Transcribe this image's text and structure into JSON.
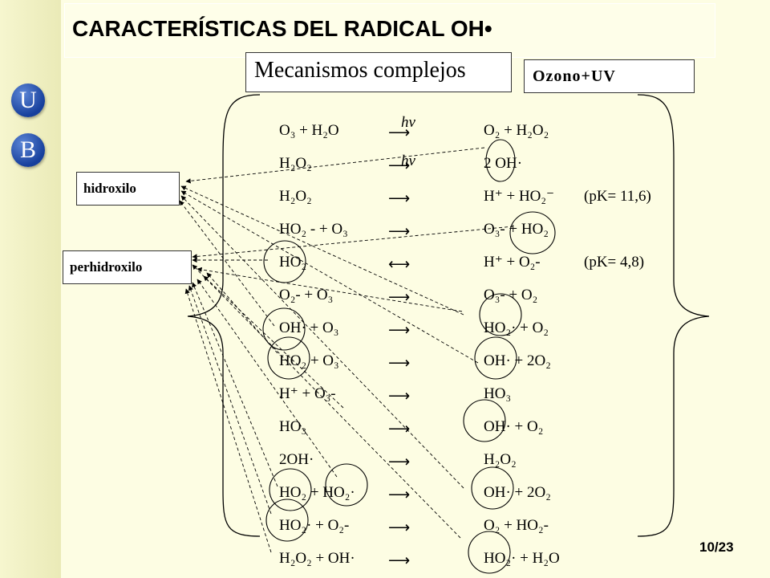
{
  "title": "CARACTERÍSTICAS DEL RADICAL OH•",
  "logo_letters": [
    "U",
    "B"
  ],
  "subtitle_box": "Mecanismos complejos",
  "ozono_box": "Ozono+UV",
  "labels": {
    "hidroxilo": "hidroxilo",
    "perhidroxilo": "perhidroxilo"
  },
  "hv_label": "hν",
  "reactions": [
    {
      "left": "O₃ + H₂O",
      "arrow": "⟶",
      "right": "O₂ + H₂O₂",
      "note": ""
    },
    {
      "left": "H₂O₂",
      "arrow": "⟶",
      "right": "2 OH·",
      "note": ""
    },
    {
      "left": "H₂O₂",
      "arrow": "⟶",
      "right": "H⁺ + HO₂⁻",
      "note": "(pK= 11,6)"
    },
    {
      "left": "HO₂ - + O₃",
      "arrow": "⟶",
      "right": "O₃- + HO₂",
      "note": ""
    },
    {
      "left": "HO₂",
      "arrow": "⟷",
      "right": "H⁺ + O₂-",
      "note": "(pK= 4,8)"
    },
    {
      "left": "O₂- + O₃",
      "arrow": "⟶",
      "right": "O₃- + O₂",
      "note": ""
    },
    {
      "left": "OH· + O₃",
      "arrow": "⟶",
      "right": "HO₂· + O₂",
      "note": ""
    },
    {
      "left": "HO₂ + O₃",
      "arrow": "⟶",
      "right": "OH· + 2O₂",
      "note": ""
    },
    {
      "left": "H⁺ + O₃-",
      "arrow": "⟶",
      "right": "HO₃",
      "note": ""
    },
    {
      "left": "HO₃",
      "arrow": "⟶",
      "right": "OH· + O₂",
      "note": ""
    },
    {
      "left": "2OH·",
      "arrow": "⟶",
      "right": "H₂O₂",
      "note": ""
    },
    {
      "left": "HO₂ + HO₂·",
      "arrow": "⟶",
      "right": "OH· + 2O₂",
      "note": ""
    },
    {
      "left": "HO₂· + O₂-",
      "arrow": "⟶",
      "right": "O₂ + HO₂-",
      "note": ""
    },
    {
      "left": "H₂O₂ + OH·",
      "arrow": "⟶",
      "right": "HO₂· + H₂O",
      "note": ""
    }
  ],
  "page_number": "10/23"
}
